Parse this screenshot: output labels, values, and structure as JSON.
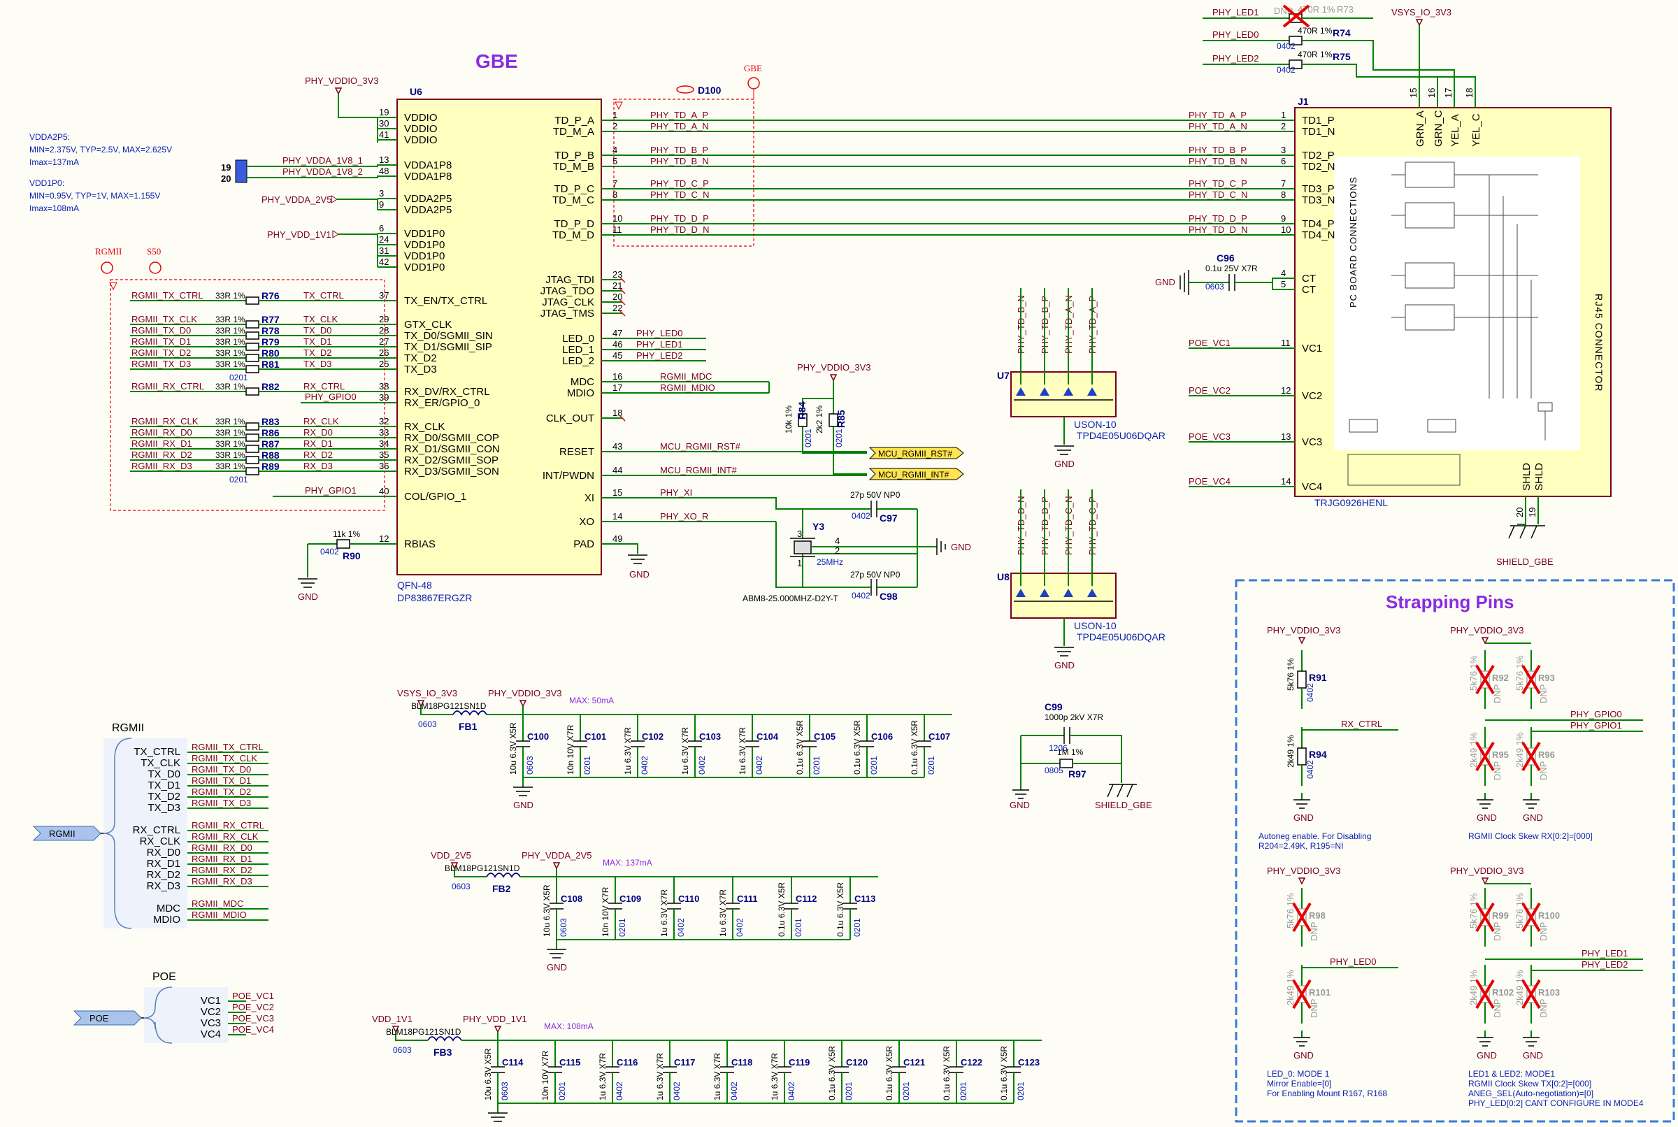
{
  "titles": {
    "gbe": "GBE",
    "strapping": "Strapping Pins"
  },
  "notes": {
    "vdda2p5": [
      "VDDA2P5:",
      "MIN=2.375V, TYP=2.5V, MAX=2.625V",
      "Imax=137mA"
    ],
    "vdd1p0": [
      "VDD1P0:",
      "MIN=0.95V, TYP=1V, MAX=1.155V",
      "Imax=108mA"
    ]
  },
  "u6": {
    "ref": "U6",
    "package": "QFN-48",
    "part": "DP83867ERGZR",
    "left_pins": [
      {
        "num": "19",
        "name": "VDDIO",
        "net": "PHY_VDDIO_3V3"
      },
      {
        "num": "30",
        "name": "VDDIO",
        "net": ""
      },
      {
        "num": "41",
        "name": "VDDIO",
        "net": ""
      },
      {
        "num": "13",
        "name": "VDDA1P8",
        "net": "PHY_VDDA_1V8_1"
      },
      {
        "num": "48",
        "name": "VDDA1P8",
        "net": "PHY_VDDA_1V8_2"
      },
      {
        "num": "3",
        "name": "VDDA2P5",
        "net": "PHY_VDDA_2V5"
      },
      {
        "num": "9",
        "name": "VDDA2P5",
        "net": ""
      },
      {
        "num": "6",
        "name": "VDD1P0",
        "net": "PHY_VDD_1V1"
      },
      {
        "num": "24",
        "name": "VDD1P0",
        "net": ""
      },
      {
        "num": "31",
        "name": "VDD1P0",
        "net": ""
      },
      {
        "num": "42",
        "name": "VDD1P0",
        "net": ""
      },
      {
        "num": "37",
        "name": "TX_EN/TX_CTRL",
        "net": "TX_CTRL"
      },
      {
        "num": "29",
        "name": "GTX_CLK",
        "net": "TX_CLK"
      },
      {
        "num": "28",
        "name": "TX_D0/SGMII_SIN",
        "net": "TX_D0"
      },
      {
        "num": "27",
        "name": "TX_D1/SGMII_SIP",
        "net": "TX_D1"
      },
      {
        "num": "26",
        "name": "TX_D2",
        "net": "TX_D2"
      },
      {
        "num": "25",
        "name": "TX_D3",
        "net": "TX_D3"
      },
      {
        "num": "38",
        "name": "RX_DV/RX_CTRL",
        "net": "RX_CTRL"
      },
      {
        "num": "39",
        "name": "RX_ER/GPIO_0",
        "net": "PHY_GPIO0"
      },
      {
        "num": "32",
        "name": "RX_CLK",
        "net": "RX_CLK"
      },
      {
        "num": "33",
        "name": "RX_D0/SGMII_COP",
        "net": "RX_D0"
      },
      {
        "num": "34",
        "name": "RX_D1/SGMII_CON",
        "net": "RX_D1"
      },
      {
        "num": "35",
        "name": "RX_D2/SGMII_SOP",
        "net": "RX_D2"
      },
      {
        "num": "36",
        "name": "RX_D3/SGMII_SON",
        "net": "RX_D3"
      },
      {
        "num": "40",
        "name": "COL/GPIO_1",
        "net": "PHY_GPIO1"
      },
      {
        "num": "12",
        "name": "RBIAS",
        "net": ""
      }
    ],
    "right_pins": [
      {
        "num": "1",
        "name": "TD_P_A",
        "net": "PHY_TD_A_P"
      },
      {
        "num": "2",
        "name": "TD_M_A",
        "net": "PHY_TD_A_N"
      },
      {
        "num": "4",
        "name": "TD_P_B",
        "net": "PHY_TD_B_P"
      },
      {
        "num": "5",
        "name": "TD_M_B",
        "net": "PHY_TD_B_N"
      },
      {
        "num": "7",
        "name": "TD_P_C",
        "net": "PHY_TD_C_P"
      },
      {
        "num": "8",
        "name": "TD_M_C",
        "net": "PHY_TD_C_N"
      },
      {
        "num": "10",
        "name": "TD_P_D",
        "net": "PHY_TD_D_P"
      },
      {
        "num": "11",
        "name": "TD_M_D",
        "net": "PHY_TD_D_N"
      },
      {
        "num": "23",
        "name": "JTAG_TDI",
        "net": ""
      },
      {
        "num": "21",
        "name": "JTAG_TDO",
        "net": ""
      },
      {
        "num": "20",
        "name": "JTAG_CLK",
        "net": ""
      },
      {
        "num": "22",
        "name": "JTAG_TMS",
        "net": ""
      },
      {
        "num": "47",
        "name": "LED_0",
        "net": "PHY_LED0"
      },
      {
        "num": "46",
        "name": "LED_1",
        "net": "PHY_LED1"
      },
      {
        "num": "45",
        "name": "LED_2",
        "net": "PHY_LED2"
      },
      {
        "num": "16",
        "name": "MDC",
        "net": "RGMII_MDC"
      },
      {
        "num": "17",
        "name": "MDIO",
        "net": "RGMII_MDIO"
      },
      {
        "num": "18",
        "name": "CLK_OUT",
        "net": ""
      },
      {
        "num": "43",
        "name": "RESET",
        "net": "MCU_RGMII_RST#"
      },
      {
        "num": "44",
        "name": "INT/PWDN",
        "net": "MCU_RGMII_INT#"
      },
      {
        "num": "15",
        "name": "XI",
        "net": "PHY_XI"
      },
      {
        "num": "14",
        "name": "XO",
        "net": "PHY_XO_R"
      },
      {
        "num": "49",
        "name": "PAD",
        "net": ""
      }
    ]
  },
  "series_resistors": [
    {
      "ref": "R76",
      "val": "33R 1%",
      "left": "RGMII_TX_CTRL"
    },
    {
      "ref": "R77",
      "val": "33R 1%",
      "left": "RGMII_TX_CLK"
    },
    {
      "ref": "R78",
      "val": "33R 1%",
      "left": "RGMII_TX_D0"
    },
    {
      "ref": "R79",
      "val": "33R 1%",
      "left": "RGMII_TX_D1"
    },
    {
      "ref": "R80",
      "val": "33R 1%",
      "left": "RGMII_TX_D2"
    },
    {
      "ref": "R81",
      "val": "33R 1%",
      "left": "RGMII_TX_D3"
    },
    {
      "ref": "R82",
      "val": "33R 1%",
      "left": "RGMII_RX_CTRL"
    },
    {
      "ref": "R83",
      "val": "33R 1%",
      "left": "RGMII_RX_CLK"
    },
    {
      "ref": "R86",
      "val": "33R 1%",
      "left": "RGMII_RX_D0"
    },
    {
      "ref": "R87",
      "val": "33R 1%",
      "left": "RGMII_RX_D1"
    },
    {
      "ref": "R88",
      "val": "33R 1%",
      "left": "RGMII_RX_D2"
    },
    {
      "ref": "R89",
      "val": "33R 1%",
      "left": "RGMII_RX_D3"
    }
  ],
  "misc_labels": {
    "rgmii_tag": "RGMII",
    "s50_tag": "S50",
    "gbe_tag": "GBE",
    "d100": "D100",
    "pkg_0201": "0201",
    "pkg_0402": "0402",
    "pkg_0603": "0603",
    "pkg_0805": "0805",
    "pkg_1206": "1206",
    "r90": "R90",
    "r90_val": "11k 1%",
    "r84": "R84",
    "r84_val": "10k 1%",
    "r85": "R85",
    "r85_val": "2k2 1%",
    "y3": "Y3",
    "y3_freq": "25MHz",
    "y3_part": "ABM8-25.000MHZ-D2Y-T",
    "c97": "C97",
    "c98": "C98",
    "c97_val": "27p 50V NP0",
    "gnd": "GND",
    "shield_gbe": "SHIELD_GBE",
    "c96": "C96",
    "c96_val": "0.1u 25V X7R",
    "c99": "C99",
    "c99_val": "1000p 2kV X7R",
    "r97": "R97",
    "r97_val": "1M 1%",
    "vsys_io": "VSYS_IO_3V3",
    "phy_vddio": "PHY_VDDIO_3V3",
    "vdd_2v5": "VDD_2V5",
    "phy_vdda_2v5": "PHY_VDDA_2V5",
    "vdd_1v1": "VDD_1V1",
    "phy_vdd_1v1": "PHY_VDD_1V1",
    "bead": "BLM18PG121SN1D",
    "fb1": "FB1",
    "fb2": "FB2",
    "fb3": "FB3",
    "max50": "MAX: 50mA",
    "max137": "MAX: 137mA",
    "max108": "MAX: 108mA",
    "r73": "R73",
    "r74": "R74",
    "r75": "R75",
    "r_470": "470R 1%",
    "dnp": "DNP",
    "phy_led0": "PHY_LED0",
    "phy_led1": "PHY_LED1",
    "phy_led2": "PHY_LED2",
    "j1": "J1",
    "j1_part": "TRJG0926HENL",
    "rj45": "RJ45 CONNECTOR",
    "pcb_conn": "PC BOARD CONNECTIONS",
    "u7": "U7",
    "u8": "U8",
    "uson": "USON-10",
    "tpd": "TPD4E05U06DQAR",
    "poe_vc1": "POE_VC1",
    "poe_vc2": "POE_VC2",
    "poe_vc3": "POE_VC3",
    "poe_vc4": "POE_VC4",
    "pin19": "19",
    "pin20": "20"
  },
  "j1_pins_left": [
    {
      "num": "1",
      "name": "TD1_P",
      "net": "PHY_TD_A_P"
    },
    {
      "num": "2",
      "name": "TD1_N",
      "net": "PHY_TD_A_N"
    },
    {
      "num": "3",
      "name": "TD2_P",
      "net": "PHY_TD_B_P"
    },
    {
      "num": "6",
      "name": "TD2_N",
      "net": "PHY_TD_B_N"
    },
    {
      "num": "7",
      "name": "TD3_P",
      "net": "PHY_TD_C_P"
    },
    {
      "num": "8",
      "name": "TD3_N",
      "net": "PHY_TD_C_N"
    },
    {
      "num": "9",
      "name": "TD4_P",
      "net": "PHY_TD_D_P"
    },
    {
      "num": "10",
      "name": "TD4_N",
      "net": "PHY_TD_D_N"
    },
    {
      "num": "4",
      "name": "CT",
      "net": ""
    },
    {
      "num": "5",
      "name": "CT",
      "net": ""
    },
    {
      "num": "11",
      "name": "VC1",
      "net": "POE_VC1"
    },
    {
      "num": "12",
      "name": "VC2",
      "net": "POE_VC2"
    },
    {
      "num": "13",
      "name": "VC3",
      "net": "POE_VC3"
    },
    {
      "num": "14",
      "name": "VC4",
      "net": "POE_VC4"
    }
  ],
  "j1_top_pins": [
    {
      "num": "15",
      "name": "GRN_A"
    },
    {
      "num": "16",
      "name": "GRN_C"
    },
    {
      "num": "17",
      "name": "YEL_A"
    },
    {
      "num": "18",
      "name": "YEL_C"
    }
  ],
  "j1_shld": [
    {
      "num": "20",
      "name": "SHLD"
    },
    {
      "num": "19",
      "name": "SHLD"
    }
  ],
  "tvs_u7": [
    "PHY_TD_B_N",
    "PHY_TD_B_P",
    "PHY_TD_A_N",
    "PHY_TD_A_P"
  ],
  "tvs_u8": [
    "PHY_TD_D_N",
    "PHY_TD_D_P",
    "PHY_TD_C_N",
    "PHY_TD_C_P"
  ],
  "decoupling": [
    {
      "row": 1,
      "caps": [
        {
          "ref": "C100",
          "val": "10u 6.3V X5R",
          "pkg": "0603"
        },
        {
          "ref": "C101",
          "val": "10n 10V X7R",
          "pkg": "0201"
        },
        {
          "ref": "C102",
          "val": "1u 6.3V X7R",
          "pkg": "0402"
        },
        {
          "ref": "C103",
          "val": "1u 6.3V X7R",
          "pkg": "0402"
        },
        {
          "ref": "C104",
          "val": "1u 6.3V X7R",
          "pkg": "0402"
        },
        {
          "ref": "C105",
          "val": "0.1u 6.3V X5R",
          "pkg": "0201"
        },
        {
          "ref": "C106",
          "val": "0.1u 6.3V X5R",
          "pkg": "0201"
        },
        {
          "ref": "C107",
          "val": "0.1u 6.3V X5R",
          "pkg": "0201"
        }
      ]
    },
    {
      "row": 2,
      "caps": [
        {
          "ref": "C108",
          "val": "10u 6.3V X5R",
          "pkg": "0603"
        },
        {
          "ref": "C109",
          "val": "10n 10V X7R",
          "pkg": "0201"
        },
        {
          "ref": "C110",
          "val": "1u 6.3V X7R",
          "pkg": "0402"
        },
        {
          "ref": "C111",
          "val": "1u 6.3V X7R",
          "pkg": "0402"
        },
        {
          "ref": "C112",
          "val": "0.1u 6.3V X5R",
          "pkg": "0201"
        },
        {
          "ref": "C113",
          "val": "0.1u 6.3V X5R",
          "pkg": "0201"
        }
      ]
    },
    {
      "row": 3,
      "caps": [
        {
          "ref": "C114",
          "val": "10u 6.3V X5R",
          "pkg": "0603"
        },
        {
          "ref": "C115",
          "val": "10n 10V X7R",
          "pkg": "0201"
        },
        {
          "ref": "C116",
          "val": "1u 6.3V X7R",
          "pkg": "0402"
        },
        {
          "ref": "C117",
          "val": "1u 6.3V X7R",
          "pkg": "0402"
        },
        {
          "ref": "C118",
          "val": "1u 6.3V X7R",
          "pkg": "0402"
        },
        {
          "ref": "C119",
          "val": "1u 6.3V X7R",
          "pkg": "0402"
        },
        {
          "ref": "C120",
          "val": "0.1u 6.3V X5R",
          "pkg": "0201"
        },
        {
          "ref": "C121",
          "val": "0.1u 6.3V X5R",
          "pkg": "0201"
        },
        {
          "ref": "C122",
          "val": "0.1u 6.3V X5R",
          "pkg": "0201"
        },
        {
          "ref": "C123",
          "val": "0.1u 6.3V X5R",
          "pkg": "0201"
        }
      ]
    }
  ],
  "bus_rgmii": {
    "name": "RGMII",
    "ports": [
      "TX_CTRL",
      "TX_CLK",
      "TX_D0",
      "TX_D1",
      "TX_D2",
      "TX_D3",
      "RX_CTRL",
      "RX_CLK",
      "RX_D0",
      "RX_D1",
      "RX_D2",
      "RX_D3",
      "MDC",
      "MDIO"
    ],
    "nets": [
      "RGMII_TX_CTRL",
      "RGMII_TX_CLK",
      "RGMII_TX_D0",
      "RGMII_TX_D1",
      "RGMII_TX_D2",
      "RGMII_TX_D3",
      "RGMII_RX_CTRL",
      "RGMII_RX_CLK",
      "RGMII_RX_D0",
      "RGMII_RX_D1",
      "RGMII_RX_D2",
      "RGMII_RX_D3",
      "RGMII_MDC",
      "RGMII_MDIO"
    ]
  },
  "bus_poe": {
    "name": "POE",
    "ports": [
      "VC1",
      "VC2",
      "VC3",
      "VC4"
    ],
    "nets": [
      "POE_VC1",
      "POE_VC2",
      "POE_VC3",
      "POE_VC4"
    ]
  },
  "strapping": [
    {
      "res": [
        "R91",
        "R94"
      ],
      "vals": [
        "5k76 1%",
        "2k49 1%"
      ],
      "pkg": "0402",
      "net": "RX_CTRL",
      "note": [
        "Autoneg enable. For Disabling",
        "R204=2.49K, R195=NI"
      ]
    },
    {
      "res": [
        "R92",
        "R93",
        "R95",
        "R96"
      ],
      "val": "DNP",
      "nets": [
        "PHY_GPIO0",
        "PHY_GPIO1"
      ],
      "note": [
        "RGMII Clock Skew RX[0:2]=[000]"
      ]
    },
    {
      "res": [
        "R98",
        "R101"
      ],
      "val": "DNP",
      "net": "PHY_LED0",
      "note": [
        "LED_0: MODE 1",
        "Mirror Enable=[0]",
        "For Enabling Mount R167, R168"
      ]
    },
    {
      "res": [
        "R99",
        "R100",
        "R102",
        "R103"
      ],
      "val": "DNP",
      "nets": [
        "PHY_LED1",
        "PHY_LED2"
      ],
      "note": [
        "LED1 & LED2: MODE1",
        "RGMII Clock Skew TX[0:2]=[000]",
        "ANEG_SEL(Auto-negotiation)=[0]",
        "PHY_LED[0:2] CANT CONFIGURE IN MODE4"
      ]
    }
  ],
  "colors": {
    "wire": "#008000",
    "chip_fill": "#ffffc0",
    "chip_border": "#7a0019",
    "dnp": "#e60000",
    "title": "#8a2be2"
  }
}
